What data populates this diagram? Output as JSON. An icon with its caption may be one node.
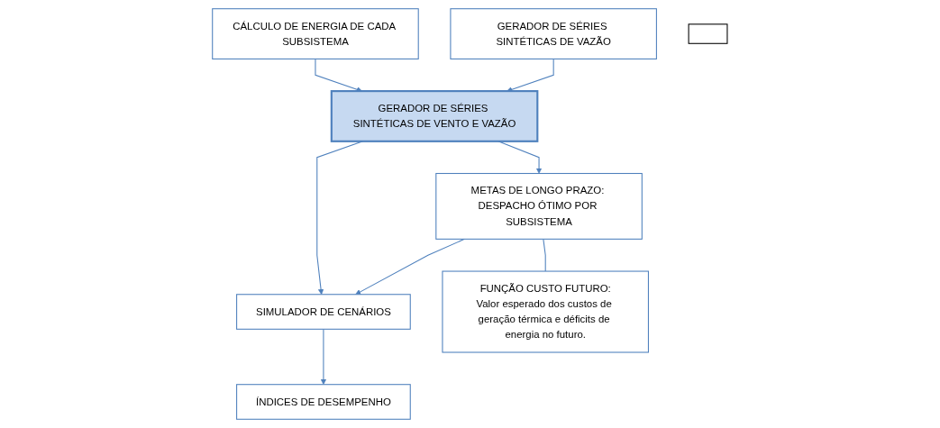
{
  "diagram": {
    "nodes": [
      {
        "text": [
          "CÁLCULO DE ENERGIA DE CADA SUBSISTEMA"
        ]
      },
      {
        "text": [
          "GERADOR DE SÉRIES SINTÉTICAS DE VAZÃO"
        ]
      },
      {
        "text": [
          "GERADOR DE SÉRIES SINTÉTICAS DE VENTO E VAZÃO"
        ]
      },
      {
        "text": [
          "METAS DE LONGO PRAZO: DESPACHO ÓTIMO POR SUBSISTEMA"
        ]
      },
      {
        "text": [
          "SIMULADOR DE CENÁRIOS"
        ]
      },
      {
        "text": [
          "FUNÇÃO CUSTO FUTURO:",
          "Valor esperado dos custos de geração térmica e déficits de energia no futuro."
        ]
      },
      {
        "text": [
          "ÍNDICES DE DESEMPENHO"
        ]
      },
      {
        "text": [],
        "shape": "box"
      }
    ],
    "edges": [
      {
        "from": 0,
        "to": 2,
        "arrow": "to"
      },
      {
        "from": 1,
        "to": 2,
        "arrow": "to"
      },
      {
        "from": 2,
        "to": 3,
        "arrow": "to"
      },
      {
        "from": 2,
        "to": 4,
        "arrow": "to"
      },
      {
        "from": 3,
        "to": 4,
        "arrow": "to"
      },
      {
        "from": 3,
        "to": 5,
        "arrow": "none"
      },
      {
        "from": 4,
        "to": 6,
        "arrow": "to"
      }
    ]
  }
}
